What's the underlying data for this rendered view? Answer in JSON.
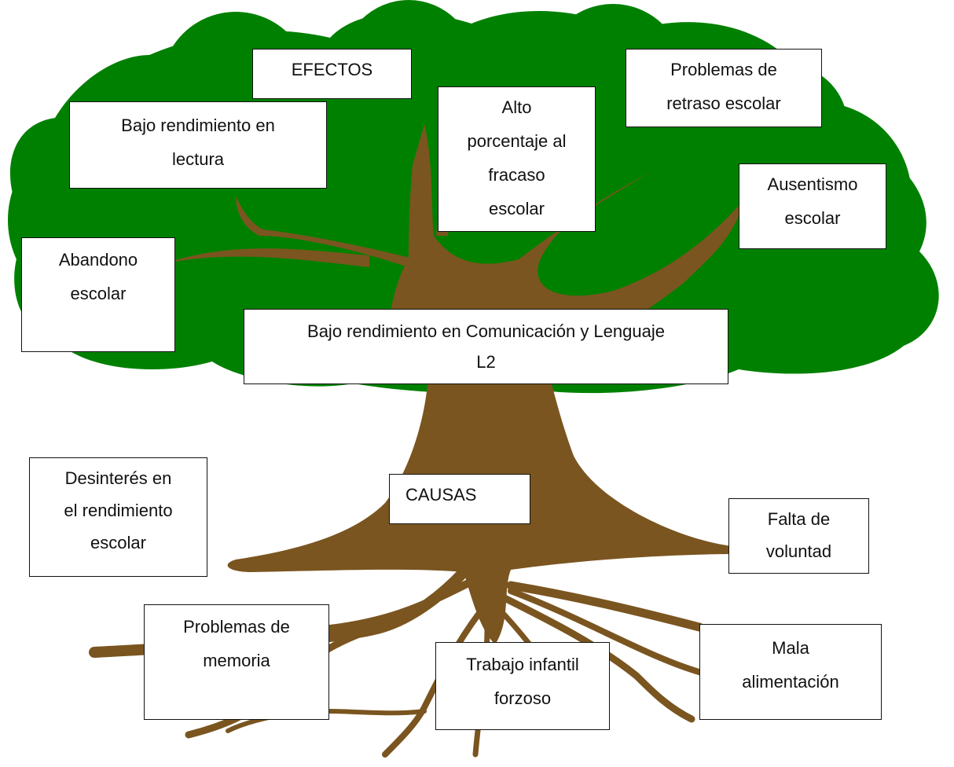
{
  "colors": {
    "canopy": "#008000",
    "trunk": "#7a5520",
    "box_fill": "#ffffff",
    "box_border": "#111111",
    "text": "#111111"
  },
  "labels": {
    "effects_heading": "EFECTOS",
    "causes_heading": "CAUSAS",
    "problem": [
      "Bajo rendimiento en Comunicación y Lenguaje",
      "L2"
    ],
    "effects": {
      "lectura": [
        "Bajo rendimiento en",
        "lectura"
      ],
      "fracaso": [
        "Alto",
        "porcentaje al",
        "fracaso",
        "escolar"
      ],
      "retraso": [
        "Problemas de",
        "retraso escolar"
      ],
      "ausentismo": [
        "Ausentismo",
        "escolar"
      ],
      "abandono": [
        "Abandono",
        "escolar"
      ]
    },
    "causes": {
      "desinteres": [
        "Desinterés en",
        "el rendimiento",
        "escolar"
      ],
      "voluntad": [
        "Falta de",
        "voluntad"
      ],
      "memoria": [
        "Problemas de",
        "memoria"
      ],
      "trabajo": [
        "Trabajo infantil",
        "forzoso"
      ],
      "alimentacion": [
        "Mala",
        "alimentación"
      ]
    }
  }
}
